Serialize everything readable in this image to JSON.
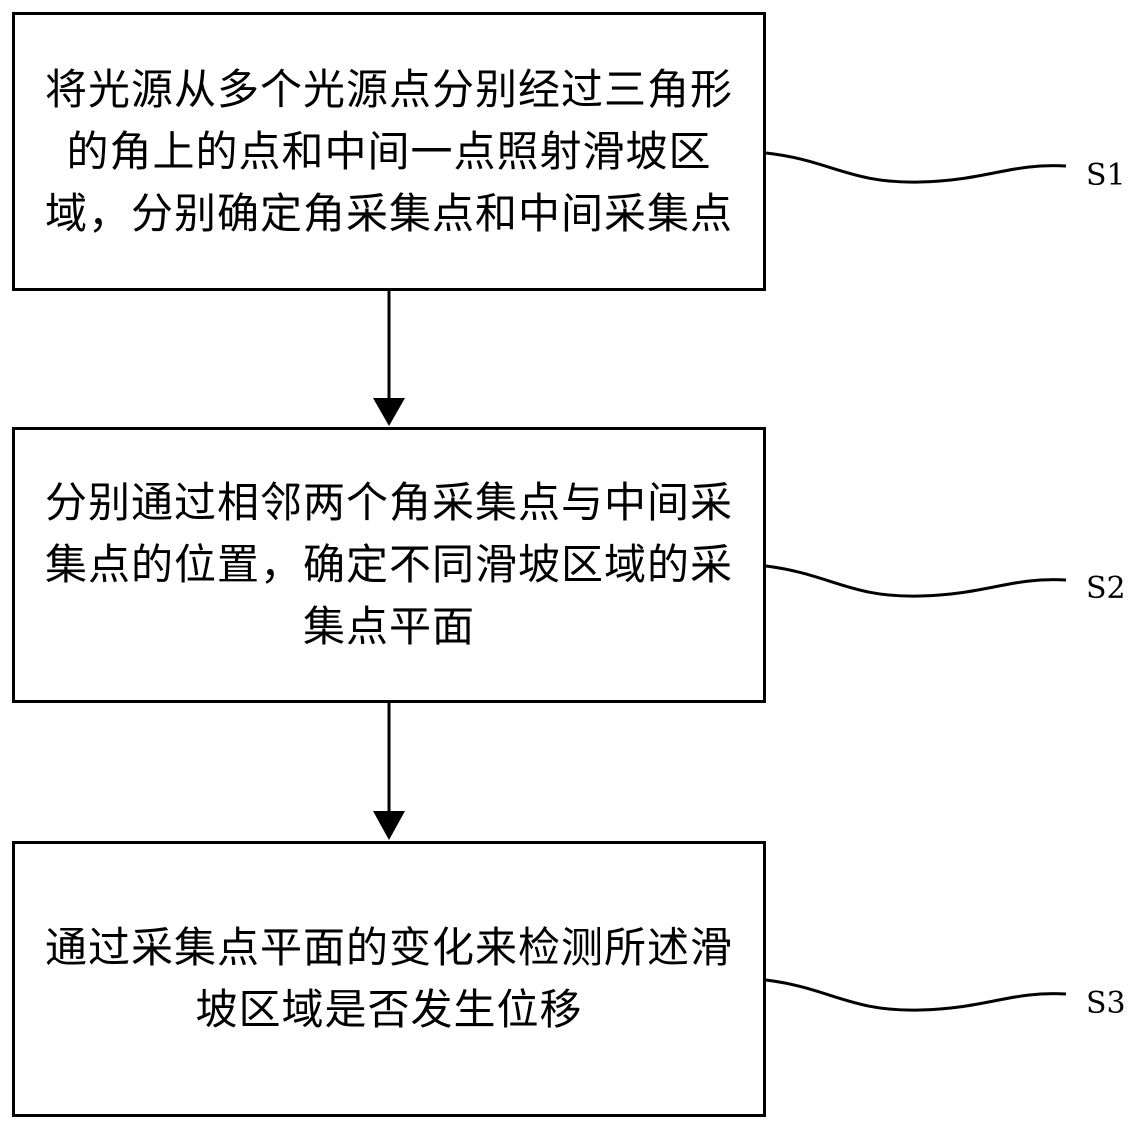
{
  "flowchart": {
    "steps": [
      {
        "text": "将光源从多个光源点分别经过三角形的角上的点和中间一点照射滑坡区域，分别确定角采集点和中间采集点",
        "tag": "S1"
      },
      {
        "text": "分别通过相邻两个角采集点与中间采集点的位置，确定不同滑坡区域的采集点平面",
        "tag": "S2"
      },
      {
        "text": "通过采集点平面的变化来检测所述滑坡区域是否发生位移",
        "tag": "S3"
      }
    ],
    "colors": {
      "stroke": "#000000",
      "background": "#ffffff"
    }
  }
}
